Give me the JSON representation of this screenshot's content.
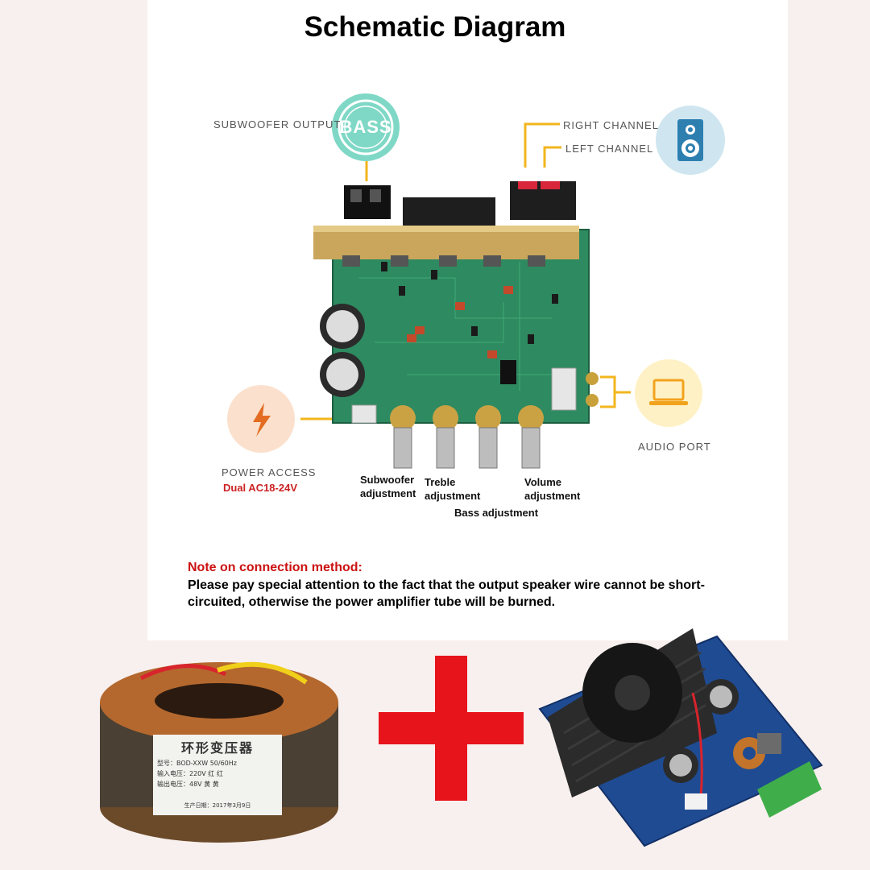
{
  "title": "Schematic Diagram",
  "labels": {
    "subwoofer_output": "SUBWOOFER OUTPUT",
    "right_channel": "RIGHT CHANNEL",
    "left_channel": "LEFT CHANNEL",
    "audio_port": "AUDIO PORT",
    "power_access": "POWER ACCESS",
    "power_spec": "Dual AC18-24V",
    "bass_badge": "BASS"
  },
  "adjustments": {
    "subwoofer": [
      "Subwoofer",
      "adjustment"
    ],
    "treble": [
      "Treble",
      "adjustment"
    ],
    "volume": [
      "Volume",
      "adjustment"
    ],
    "bass": "Bass adjustment"
  },
  "note": {
    "title": "Note on connection method:",
    "body": "Please pay special attention to the fact that the output speaker wire cannot be short-circuited, otherwise the power amplifier tube will be burned."
  },
  "transformer": {
    "title": "环形变压器",
    "model": "型号：BOD-XXW    50/60Hz",
    "input": "输入电压：220V   红 红",
    "output": "输出电压：48V    黄 黄",
    "date": "生产日期：2017年3月9日"
  },
  "colors": {
    "accent_yellow": "#f2b61d",
    "bass_teal": "#7fd8c6",
    "speaker_blue": "#cfe6f0",
    "power_peach": "#fbe1cd",
    "audio_yellow": "#fff1c6",
    "plus_red": "#e8141b",
    "note_red": "#cc1111"
  },
  "icons": [
    "bass-icon",
    "speaker-icon",
    "lightning-icon",
    "laptop-icon",
    "plus-icon"
  ]
}
